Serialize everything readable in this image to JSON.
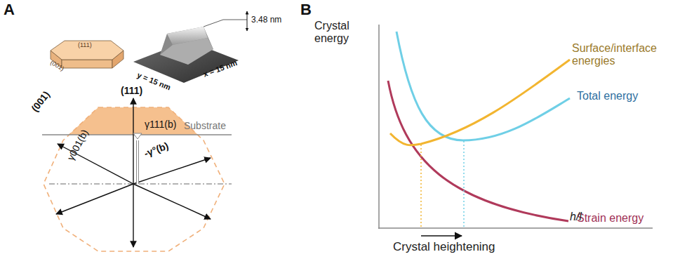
{
  "diagram": {
    "labels": [
      "A",
      "(111)",
      "(001)",
      "3.48 nm",
      "y = 15 nm",
      "x = 15 nm",
      "(111)",
      "(001)",
      "γ111(b)",
      "γ001(b)",
      "-γ°(b)",
      "Substrate",
      "B",
      "Crystal energy",
      "Total energy",
      "Surface/interface energies",
      "Strain energy",
      "h/l",
      "Crystal heightening"
    ]
  }
}
